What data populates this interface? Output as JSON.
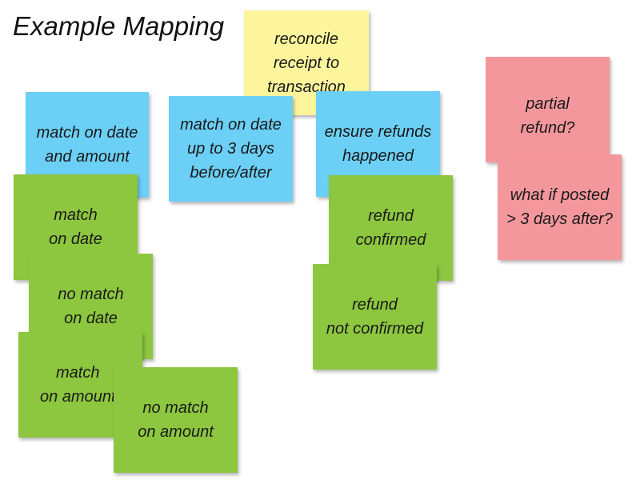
{
  "title": "Example Mapping",
  "colors": {
    "rule": "#6ccff6",
    "story": "#fdf59c",
    "example": "#8dc63f",
    "question": "#f4979c"
  },
  "story": "reconcile\nreceipt to\ntransaction",
  "rules": [
    "match on date\nand amount",
    "match on date\nup to 3 days\nbefore/after",
    "ensure refunds\nhappened"
  ],
  "examples": [
    "match\non date",
    "no match\non date",
    "match\non amount",
    "no match\non amount",
    "refund\nconfirmed",
    "refund\nnot confirmed"
  ],
  "questions": [
    "partial\nrefund?",
    "what if posted\n> 3 days after?"
  ]
}
